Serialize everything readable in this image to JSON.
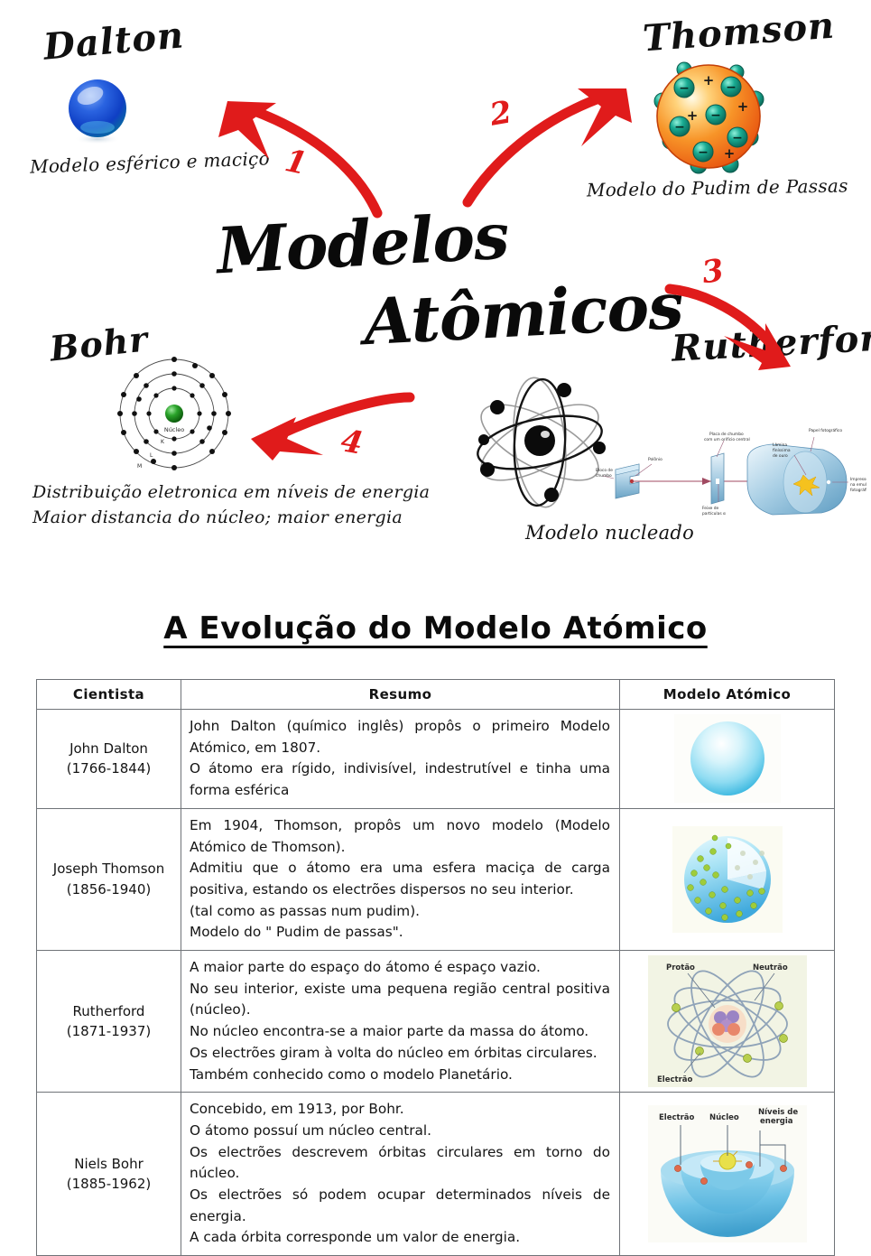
{
  "infographic": {
    "title_line_1": "Modelos",
    "title_line_2": "Atômicos",
    "arrow_numbers": {
      "one": "1",
      "two": "2",
      "three": "3",
      "four": "4"
    },
    "accent_color": "#e01b1b",
    "models": {
      "dalton": {
        "name": "Dalton",
        "caption": "Modelo esférico e maciço",
        "sphere_color": "#1b4fd8",
        "icon": "blue-sphere-icon"
      },
      "thomson": {
        "name": "Thomson",
        "caption": "Modelo do Pudim de Passas",
        "sphere_color": "#f58220",
        "electron_color": "#1aa08a",
        "charge_plus": "+",
        "charge_minus": "−",
        "icon": "orange-sphere-with-electrons-icon"
      },
      "bohr": {
        "name": "Bohr",
        "caption_line_1": "Distribuição eletronica em níveis de energia",
        "caption_line_2": "Maior distancia do núcleo; maior energia",
        "nucleus_label": "Núcleo",
        "shell_labels": [
          "K",
          "L",
          "M"
        ],
        "nucleus_color": "#1f8a1f",
        "icon": "shell-atom-icon"
      },
      "rutherford": {
        "name": "Rutherford",
        "caption": "Modelo nucleado",
        "icon": "orbital-atom-icon",
        "experiment": {
          "icon": "gold-foil-experiment-icon",
          "labels": {
            "lead_block": "Bloco de chumbo",
            "polonium": "Polônio",
            "lead_plate": "Placa de chumbo com um orifício central",
            "alpha_beam": "Feixe de partículas α",
            "gold_foil": "Lâmina finíssima de ouro",
            "photo_paper": "Papel fotográfico",
            "impressions": "Impressões na emulsão fotográfica"
          }
        }
      }
    }
  },
  "table_section": {
    "title": "A Evolução do Modelo Atómico",
    "headers": {
      "scientist": "Cientista",
      "summary": "Resumo",
      "model": "Modelo Atómico"
    },
    "rows": [
      {
        "scientist_name": "John Dalton",
        "scientist_dates": "(1766-1844)",
        "summary_lines": [
          "John Dalton (químico inglês) propôs o primeiro Modelo Atómico, em 1807.",
          "O átomo era rígido, indivisível, indestrutível e tinha uma forma esférica"
        ],
        "model_icon": "dalton-solid-sphere-icon",
        "model_labels": []
      },
      {
        "scientist_name": "Joseph Thomson",
        "scientist_dates": "(1856-1940)",
        "summary_lines": [
          "Em 1904, Thomson, propôs um novo modelo (Modelo Atómico de Thomson).",
          "Admitiu que o átomo era uma esfera maciça de carga positiva, estando os electrões dispersos no seu interior.",
          "(tal como as passas num pudim).",
          "Modelo do \" Pudim de passas\"."
        ],
        "model_icon": "thomson-plum-pudding-icon",
        "model_labels": []
      },
      {
        "scientist_name": "Rutherford",
        "scientist_dates": "(1871-1937)",
        "summary_lines": [
          "A maior parte do espaço do átomo é espaço vazio.",
          "No seu interior, existe uma pequena região central positiva (núcleo).",
          "No núcleo encontra-se a maior parte da massa do átomo.",
          "Os electrões giram à volta do núcleo em órbitas circulares.",
          "Também conhecido como o modelo Planetário."
        ],
        "model_icon": "rutherford-planetary-atom-icon",
        "model_labels": [
          "Protão",
          "Neutrão",
          "Electrão"
        ]
      },
      {
        "scientist_name": "Niels Bohr",
        "scientist_dates": "(1885-1962)",
        "summary_lines": [
          "Concebido, em 1913, por Bohr.",
          "O átomo possuí um núcleo central.",
          "Os electrões descrevem órbitas circulares em torno do núcleo.",
          "Os electrões só podem ocupar determinados níveis de energia.",
          "A cada órbita corresponde um valor de energia."
        ],
        "model_icon": "bohr-energy-levels-icon",
        "model_labels": [
          "Electrão",
          "Núcleo",
          "Níveis de energia"
        ]
      }
    ]
  }
}
